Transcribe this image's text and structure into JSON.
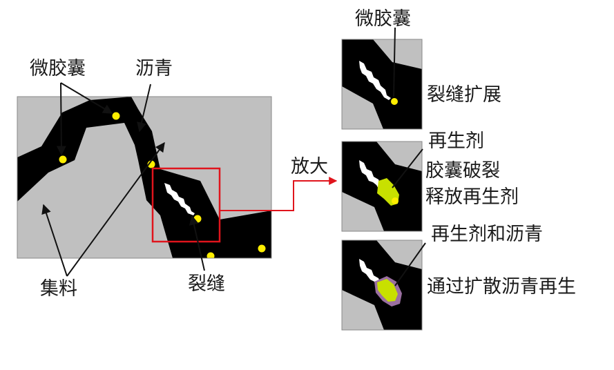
{
  "labels": {
    "microcapsule_left": "微胶囊",
    "asphalt": "沥青",
    "aggregate": "集料",
    "crack": "裂缝",
    "enlarge": "放大",
    "microcapsule_top": "微胶囊",
    "crack_extend": "裂缝扩展",
    "regenerant": "再生剂",
    "capsule_break_line1": "胶囊破裂",
    "capsule_break_line2": "释放再生剂",
    "regen_and_asphalt": "再生剂和沥青",
    "diffuse_regen": "通过扩散沥青再生"
  },
  "colors": {
    "aggregate": "#c0c0c0",
    "asphalt": "#000000",
    "microcapsule": "#ffee00",
    "regenerant": "#c8e000",
    "regenerated_asphalt": "#9a6fa0",
    "highlight_box": "#e0141c",
    "crack": "#ffffff"
  }
}
